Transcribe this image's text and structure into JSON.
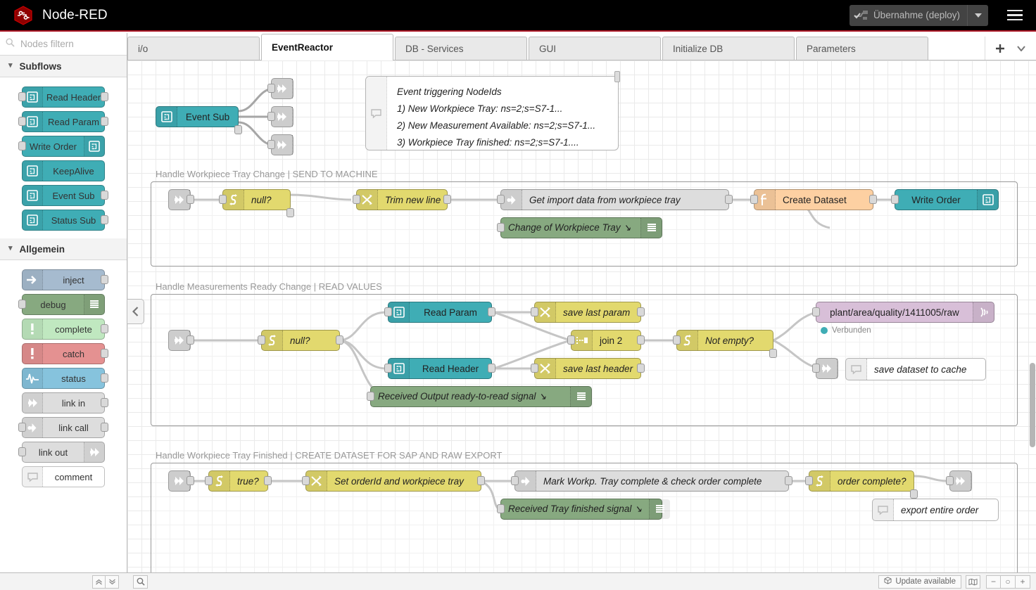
{
  "header": {
    "title": "Node-RED",
    "logo_icon": "node-red-hex-logo",
    "deploy_label": "Übernahme (deploy)",
    "deploy_icon": "deploy-icon",
    "deploy_caret_icon": "chevron-down-icon",
    "menu_icon": "hamburger-menu-icon"
  },
  "palette": {
    "search_placeholder": "Nodes filtern",
    "search_value": "",
    "search_icon": "search-icon",
    "categories": [
      {
        "name": "Subflows",
        "chevron_icon": "chevron-down-icon",
        "nodes": [
          {
            "label": "Read Header",
            "color": "#3FADB5",
            "icon": "subflow-icon",
            "icon_side": "left",
            "in": true,
            "out": true
          },
          {
            "label": "Read Param",
            "color": "#3FADB5",
            "icon": "subflow-icon",
            "icon_side": "left",
            "in": true,
            "out": true
          },
          {
            "label": "Write Order",
            "color": "#3FADB5",
            "icon": "subflow-icon",
            "icon_side": "right",
            "in": true,
            "out": false
          },
          {
            "label": "KeepAlive",
            "color": "#3FADB5",
            "icon": "subflow-icon",
            "icon_side": "left",
            "in": false,
            "out": false
          },
          {
            "label": "Event Sub",
            "color": "#3FADB5",
            "icon": "subflow-icon",
            "icon_side": "left",
            "in": false,
            "out": true
          },
          {
            "label": "Status Sub",
            "color": "#3FADB5",
            "icon": "subflow-icon",
            "icon_side": "left",
            "in": false,
            "out": true
          }
        ]
      },
      {
        "name": "Allgemein",
        "chevron_icon": "chevron-down-icon",
        "nodes": [
          {
            "label": "inject",
            "color": "#a6bbcf",
            "icon": "inject-arrow-icon",
            "icon_side": "left",
            "in": false,
            "out": true
          },
          {
            "label": "debug",
            "color": "#87a980",
            "icon": "debug-lines-icon",
            "icon_side": "right",
            "in": true,
            "out": false
          },
          {
            "label": "complete",
            "color": "#c0e8c0",
            "icon": "exclamation-icon",
            "icon_side": "left",
            "in": false,
            "out": true
          },
          {
            "label": "catch",
            "color": "#e49191",
            "icon": "exclamation-icon",
            "icon_side": "left",
            "in": false,
            "out": true
          },
          {
            "label": "status",
            "color": "#86c3dd",
            "icon": "pulse-icon",
            "icon_side": "left",
            "in": false,
            "out": true
          },
          {
            "label": "link in",
            "color": "#dddddd",
            "icon": "link-in-icon",
            "icon_side": "left",
            "in": false,
            "out": true
          },
          {
            "label": "link call",
            "color": "#dddddd",
            "icon": "link-call-icon",
            "icon_side": "left",
            "in": true,
            "out": true
          },
          {
            "label": "link out",
            "color": "#dddddd",
            "icon": "link-out-icon",
            "icon_side": "right",
            "in": true,
            "out": false
          },
          {
            "label": "comment",
            "color": "#ffffff",
            "icon": "comment-icon",
            "icon_side": "left",
            "in": false,
            "out": false
          }
        ]
      }
    ]
  },
  "tabs": {
    "items": [
      {
        "label": "i/o",
        "active": false
      },
      {
        "label": "EventReactor",
        "active": true
      },
      {
        "label": "DB - Services",
        "active": false
      },
      {
        "label": "GUI",
        "active": false
      },
      {
        "label": "Initialize DB",
        "active": false
      },
      {
        "label": "Parameters",
        "active": false
      }
    ],
    "add_icon": "plus-icon",
    "menu_icon": "chevron-down-icon"
  },
  "canvas": {
    "collapse_icon": "chevron-left-icon",
    "event_sub_node": {
      "label": "Event Sub",
      "icon": "subflow-icon",
      "color": "#3FADB5"
    },
    "link_out_nodes": [
      {
        "icon": "link-out-icon",
        "label": ""
      },
      {
        "icon": "link-out-icon",
        "label": ""
      },
      {
        "icon": "link-out-icon",
        "label": ""
      }
    ],
    "info_comment": {
      "icon": "comment-icon",
      "lines": [
        "Event triggering NodeIds",
        "1) New Workpiece Tray: ns=2;s=S7-1...",
        "2) New Measurement Available: ns=2;s=S7-1...",
        "3) Workpiece Tray finished: ns=2;s=S7-1...."
      ]
    },
    "groups": [
      {
        "title": "Handle Workpiece Tray Change | SEND TO MACHINE",
        "nodes": [
          {
            "label": "",
            "icon": "link-in-icon",
            "color": "#dddddd"
          },
          {
            "label": "null?",
            "icon": "switch-icon",
            "color": "#E2D96E"
          },
          {
            "label": "Trim new line",
            "icon": "change-icon",
            "color": "#E2D96E"
          },
          {
            "label": "Get import data from workpiece tray",
            "icon": "link-call-icon",
            "color": "#dddddd"
          },
          {
            "label": "Change of Workpiece Tray",
            "icon": "debug-lines-icon",
            "color": "#87a980"
          },
          {
            "label": "Create Dataset",
            "icon": "function-icon",
            "color": "#fdd0a2"
          },
          {
            "label": "Write Order",
            "icon": "subflow-icon",
            "color": "#3FADB5"
          }
        ]
      },
      {
        "title": "Handle Measurements Ready Change | READ VALUES",
        "nodes": [
          {
            "label": "",
            "icon": "link-in-icon",
            "color": "#dddddd"
          },
          {
            "label": "null?",
            "icon": "switch-icon",
            "color": "#E2D96E"
          },
          {
            "label": "Read Param",
            "icon": "subflow-icon",
            "color": "#3FADB5"
          },
          {
            "label": "Read Header",
            "icon": "subflow-icon",
            "color": "#3FADB5"
          },
          {
            "label": "save last param",
            "icon": "change-icon",
            "color": "#E2D96E"
          },
          {
            "label": "save last header",
            "icon": "change-icon",
            "color": "#E2D96E"
          },
          {
            "label": "join 2",
            "icon": "join-icon",
            "color": "#E2D96E"
          },
          {
            "label": "Not empty?",
            "icon": "switch-icon",
            "color": "#E2D96E"
          },
          {
            "label": "plant/area/quality/1411005/raw",
            "icon": "mqtt-icon",
            "color": "#d8bfd8",
            "status": "Verbunden",
            "status_color": "#3FADB5"
          },
          {
            "label": "Received Output ready-to-read signal",
            "icon": "debug-lines-icon",
            "color": "#87a980"
          },
          {
            "label": "",
            "icon": "link-out-icon",
            "color": "#dddddd"
          },
          {
            "label": "save dataset to cache",
            "icon": "comment-icon",
            "color": "#ffffff"
          }
        ]
      },
      {
        "title": "Handle Workpiece Tray Finished | CREATE DATASET FOR SAP AND RAW EXPORT",
        "nodes": [
          {
            "label": "",
            "icon": "link-in-icon",
            "color": "#dddddd"
          },
          {
            "label": "true?",
            "icon": "switch-icon",
            "color": "#E2D96E"
          },
          {
            "label": "Set orderId and workpiece tray",
            "icon": "change-icon",
            "color": "#E2D96E"
          },
          {
            "label": "Mark Workp. Tray complete & check order complete",
            "icon": "link-call-icon",
            "color": "#dddddd"
          },
          {
            "label": "Received Tray finished signal",
            "icon": "debug-lines-icon",
            "color": "#87a980"
          },
          {
            "label": "order complete?",
            "icon": "switch-icon",
            "color": "#E2D96E"
          },
          {
            "label": "",
            "icon": "link-out-icon",
            "color": "#dddddd"
          },
          {
            "label": "export entire order",
            "icon": "comment-icon",
            "color": "#ffffff"
          }
        ]
      }
    ]
  },
  "footer": {
    "collapse_up_icon": "chevrons-up-icon",
    "collapse_down_icon": "chevrons-down-icon",
    "search_icon": "search-icon",
    "update_label": "Update available",
    "update_icon": "cube-icon",
    "navigator_icon": "map-icon",
    "zoom_out_label": "−",
    "zoom_reset_label": "○",
    "zoom_in_label": "+"
  }
}
